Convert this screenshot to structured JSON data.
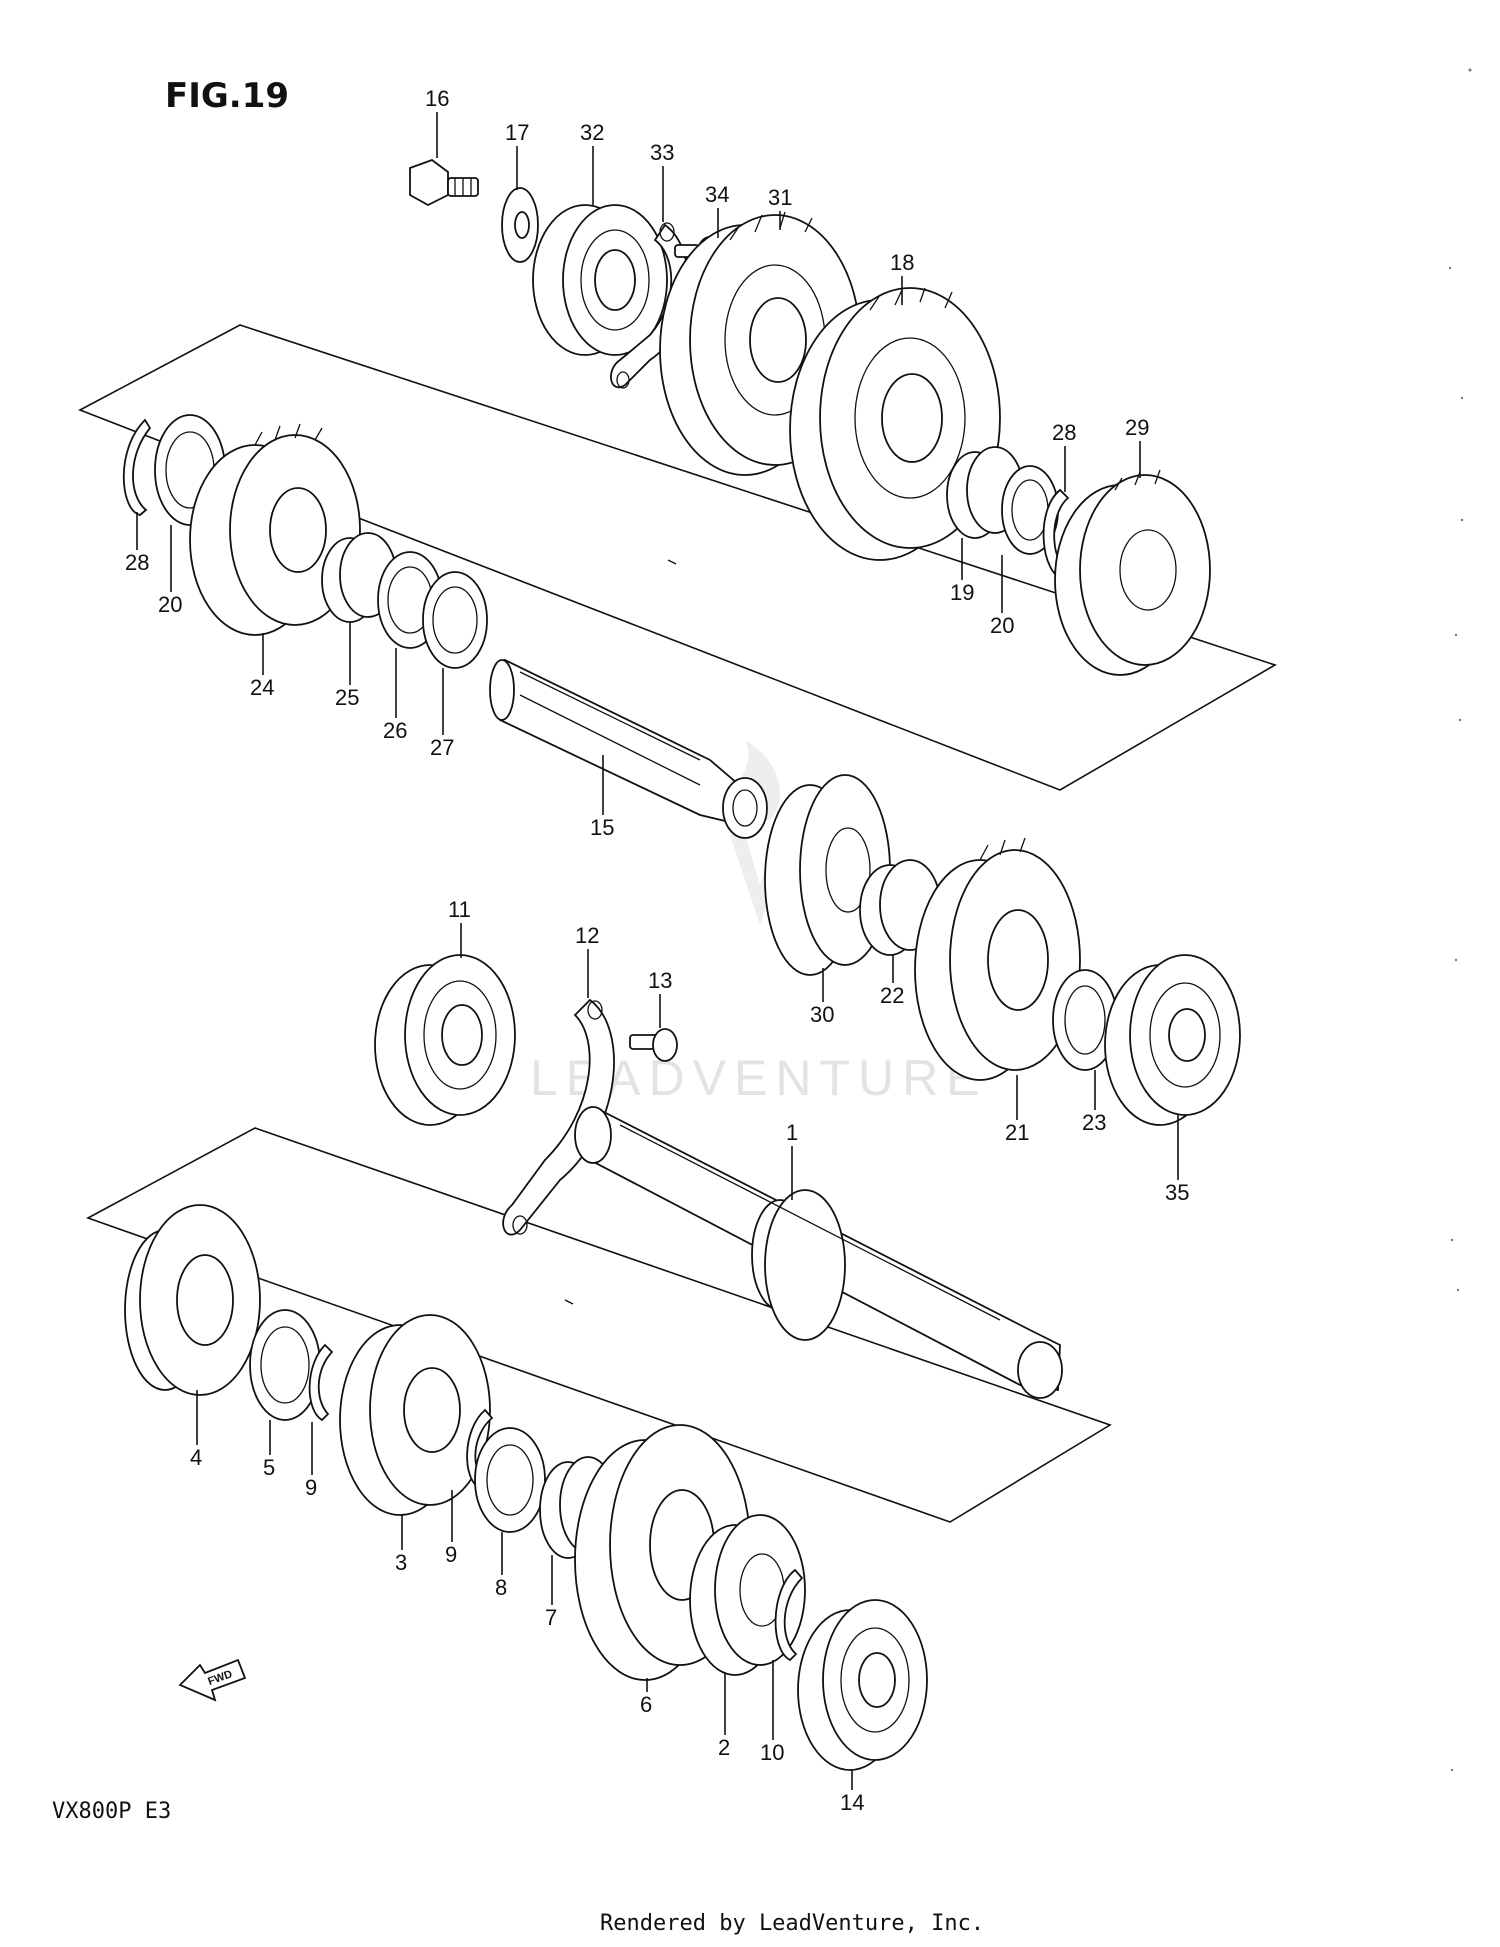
{
  "figure": {
    "title": "FIG.19",
    "model_code": "VX800P  E3",
    "footer": "Rendered by LeadVenture, Inc.",
    "watermark": "LEADVENTURE"
  },
  "callouts": {
    "c1": "1",
    "c2": "2",
    "c3": "3",
    "c4": "4",
    "c5": "5",
    "c6": "6",
    "c7": "7",
    "c8": "8",
    "c9a": "9",
    "c9b": "9",
    "c10": "10",
    "c11": "11",
    "c12": "12",
    "c13": "13",
    "c14": "14",
    "c15": "15",
    "c16": "16",
    "c17": "17",
    "c18": "18",
    "c19": "19",
    "c20a": "20",
    "c20b": "20",
    "c21": "21",
    "c22": "22",
    "c23": "23",
    "c24": "24",
    "c25": "25",
    "c26": "26",
    "c27": "27",
    "c28a": "28",
    "c28b": "28",
    "c29": "29",
    "c30": "30",
    "c31": "31",
    "c32": "32",
    "c33": "33",
    "c34": "34",
    "c35": "35"
  },
  "fwd_label": "FWD",
  "colors": {
    "line": "#111111",
    "watermark": "#e3e3e3"
  }
}
